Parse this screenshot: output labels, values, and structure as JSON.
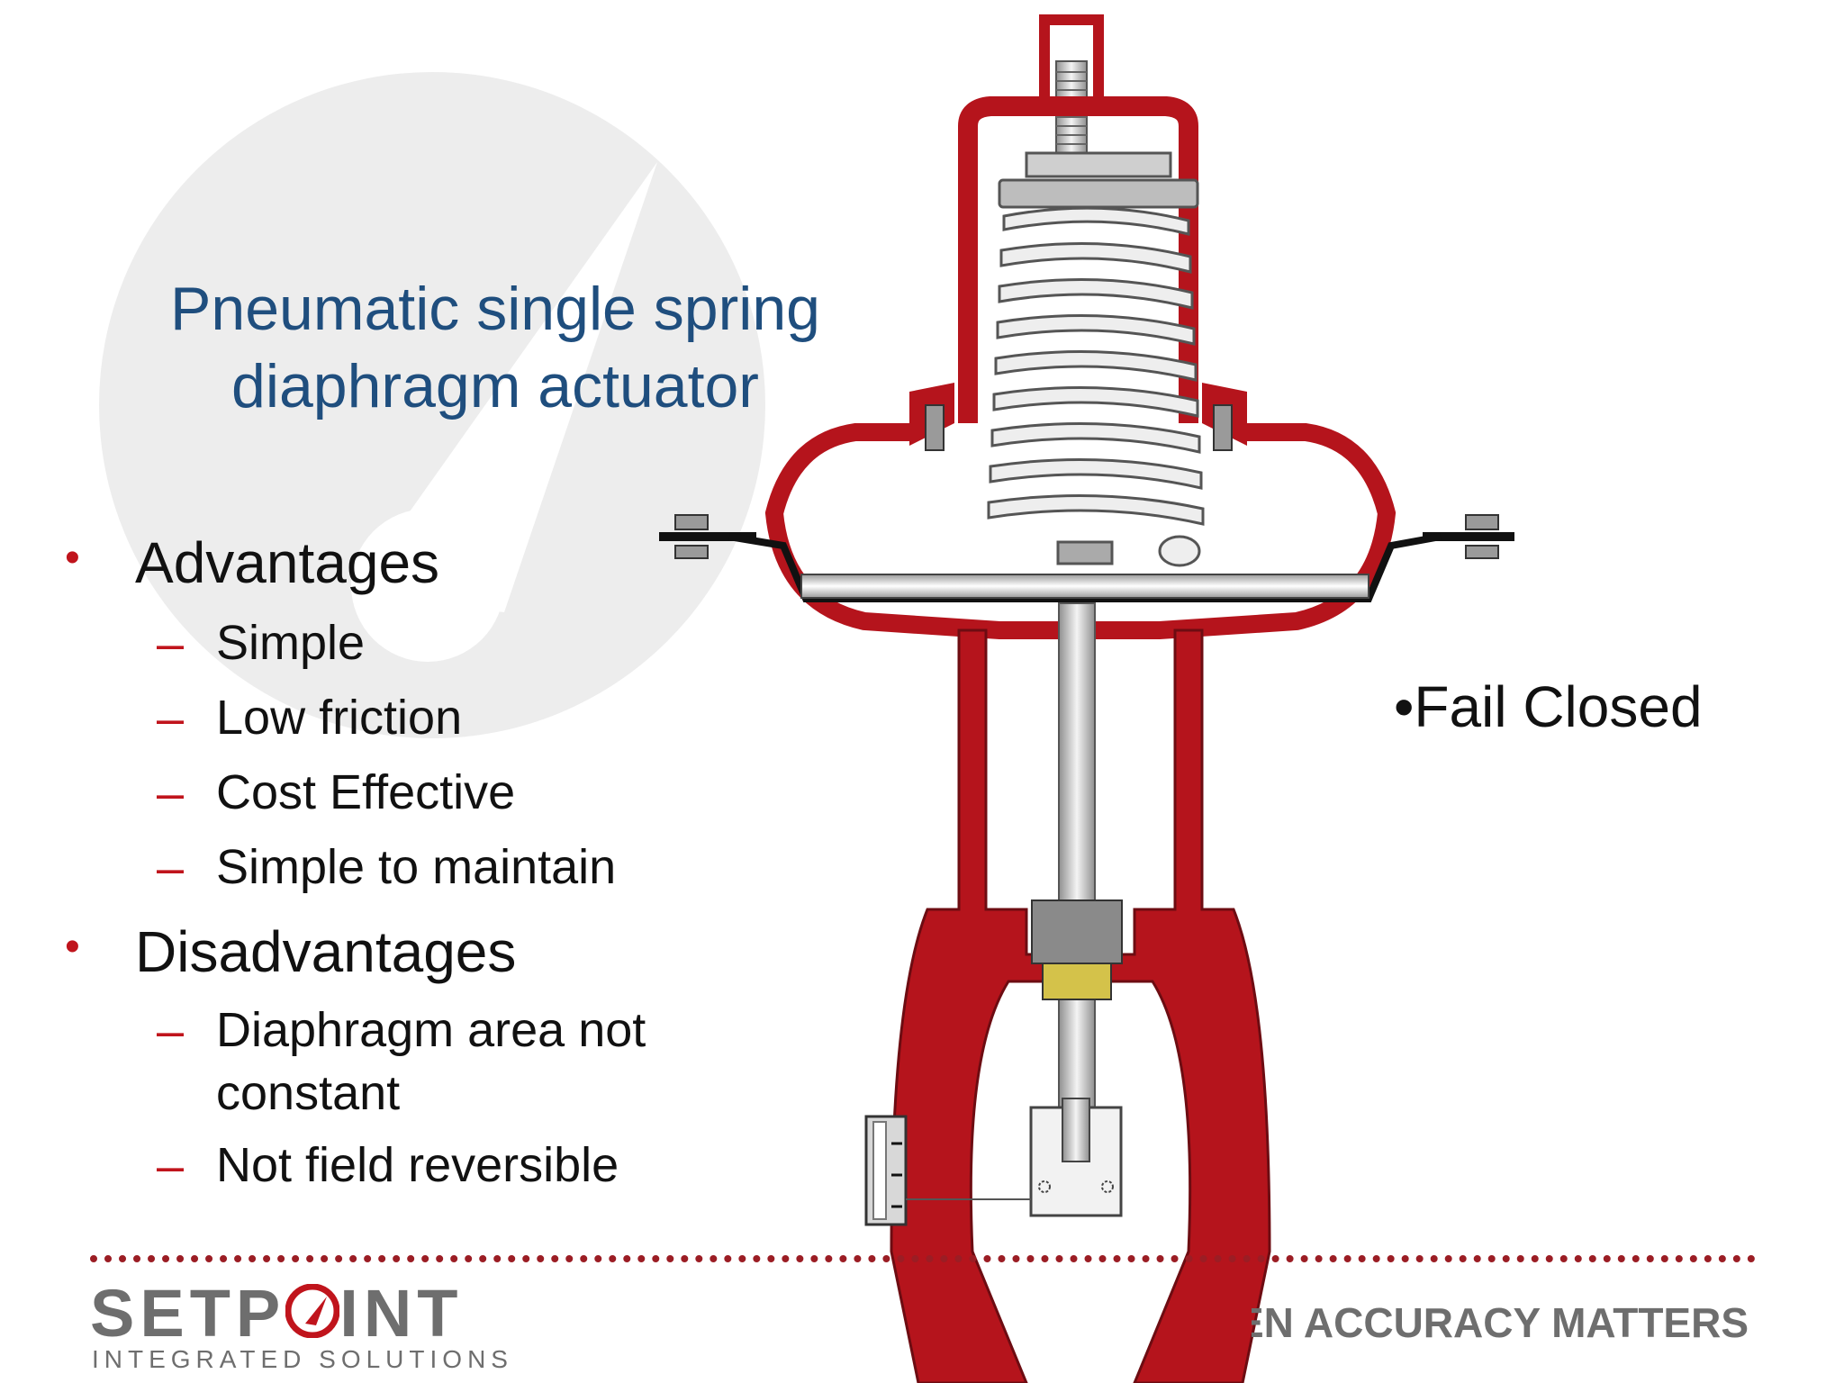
{
  "slide": {
    "title_line1": "Pneumatic single spring",
    "title_line2": "diaphragm actuator",
    "advantages": {
      "heading": "Advantages",
      "items": [
        "Simple",
        "Low friction",
        "Cost Effective",
        "Simple to maintain"
      ]
    },
    "disadvantages": {
      "heading": "Disadvantages",
      "items": [
        "Diaphragm area not",
        "constant",
        "Not field reversible"
      ]
    },
    "side_note": "•Fail Closed",
    "bullet_glyph": "•",
    "dash_glyph": "–"
  },
  "footer": {
    "logo_text_before": "SETP",
    "logo_text_after": "INT",
    "logo_subtitle": "INTEGRATED SOLUTIONS",
    "tagline": "WHEN ACCURACY MATTERS"
  },
  "colors": {
    "title": "#1f4e7e",
    "accent_red": "#c0141c",
    "actuator_red": "#b5141c",
    "footer_dots": "#9b1d24",
    "logo_gray": "#6e6e6e"
  }
}
